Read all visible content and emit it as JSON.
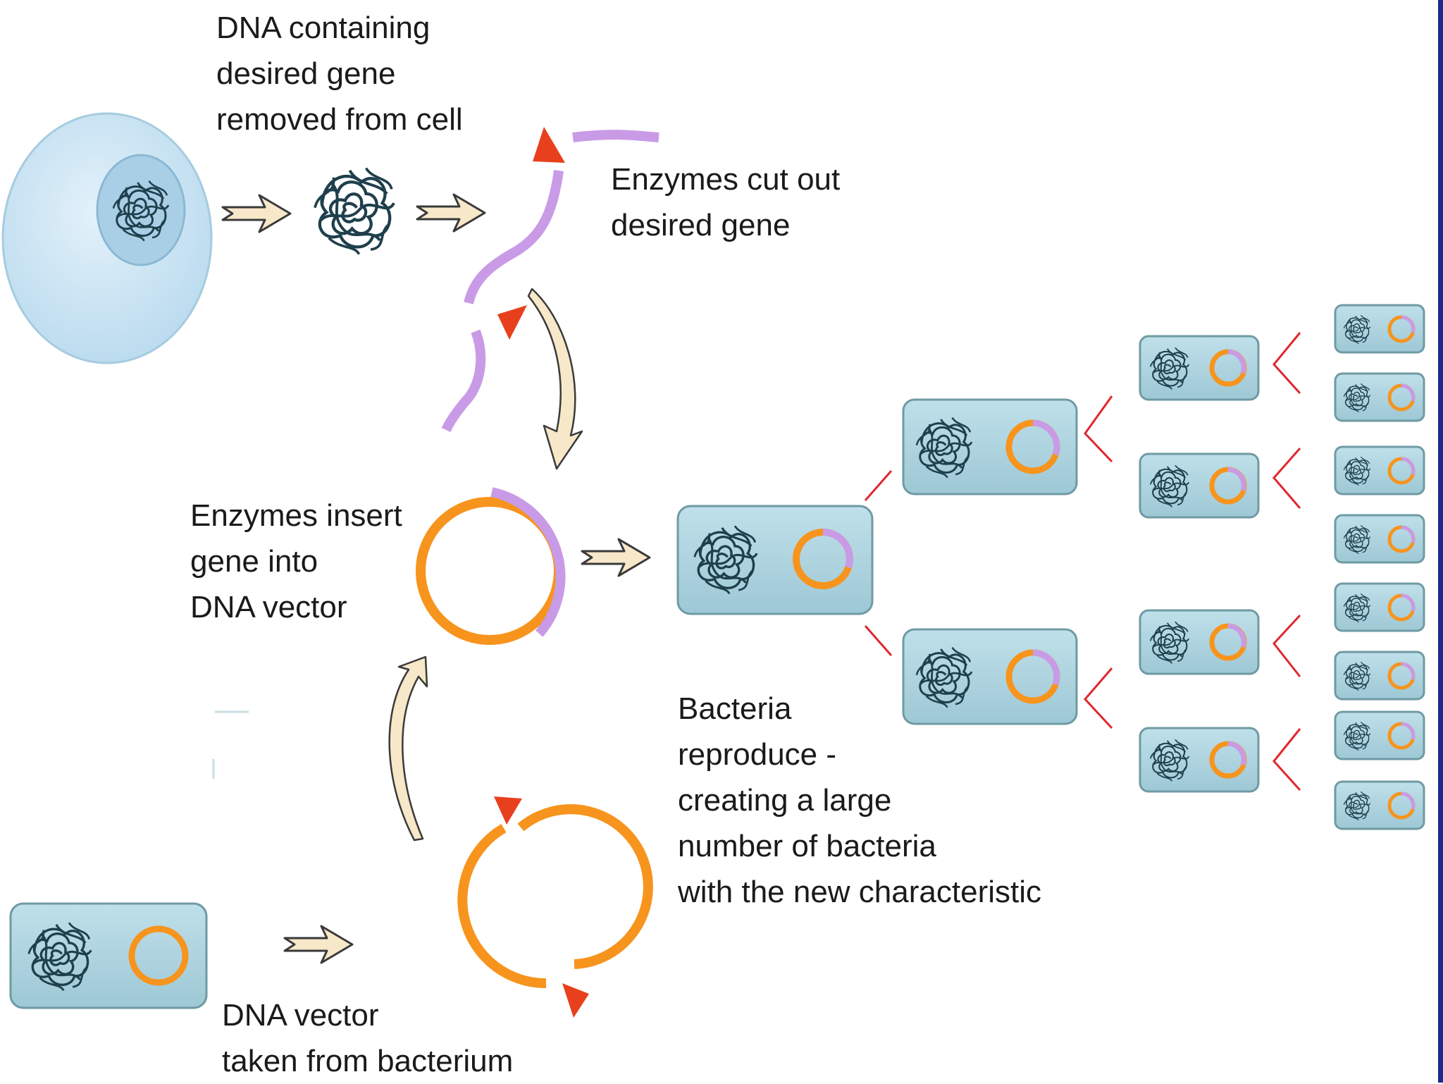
{
  "captions": {
    "dna_removed": [
      "DNA containing",
      "desired gene",
      "removed from cell"
    ],
    "enzymes_cut": [
      "Enzymes cut out",
      "desired gene"
    ],
    "enzymes_insert": [
      "Enzymes insert",
      "gene into",
      "DNA vector"
    ],
    "bacteria_reproduce": [
      "Bacteria",
      "reproduce -",
      "creating a large",
      "number of bacteria",
      "with the new characteristic"
    ],
    "dna_vector": [
      "DNA vector",
      "taken from bacterium"
    ]
  },
  "colors": {
    "cell_fill": "#cfe7f5",
    "nucleus_fill": "#a9cfe6",
    "bacterium_fill": "#a9d0dc",
    "bacterium_border": "#6f9aa4",
    "chromosome": "#1f3f4c",
    "plasmid": "#f7941d",
    "gene": "#c99be6",
    "cut_marker": "#e8401c",
    "arrow_fill": "#f7e8c9",
    "arrow_stroke": "#3a3a3a",
    "division_line": "#e0282e",
    "edge_bar": "#1c2a8c"
  }
}
